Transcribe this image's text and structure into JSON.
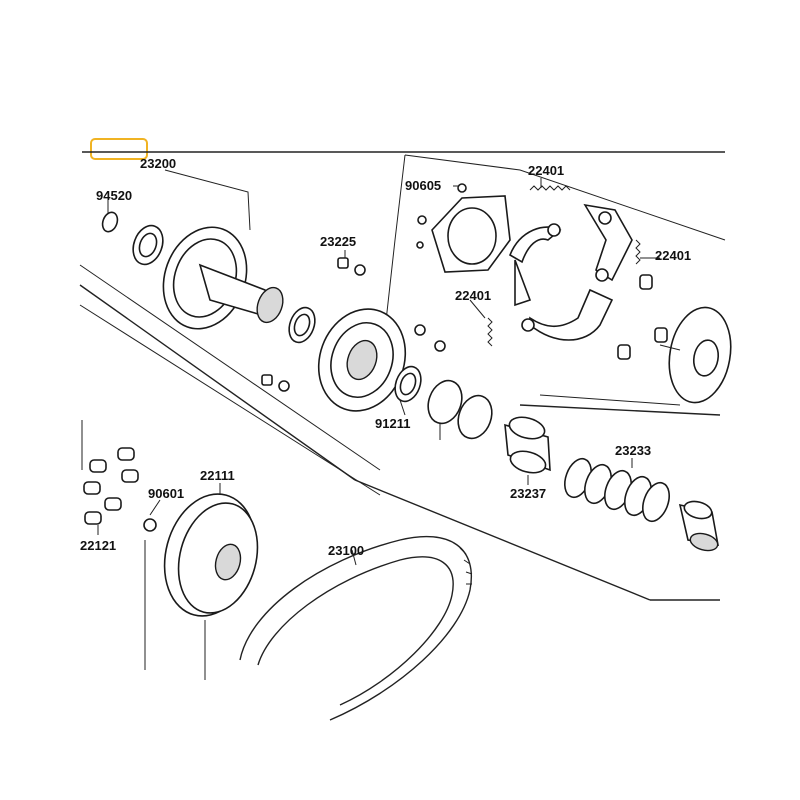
{
  "diagram": {
    "highlight_color": "#f0b323",
    "labels": {
      "p23200": "23200",
      "p94520": "94520",
      "p23225": "23225",
      "p22401a": "22401",
      "p90605": "90605",
      "p22401b": "22401",
      "p22401c": "22401",
      "p91211": "91211",
      "p23237": "23237",
      "p23233": "23233",
      "p90601": "90601",
      "p22111": "22111",
      "p22121": "22121",
      "p23100": "23100"
    }
  }
}
